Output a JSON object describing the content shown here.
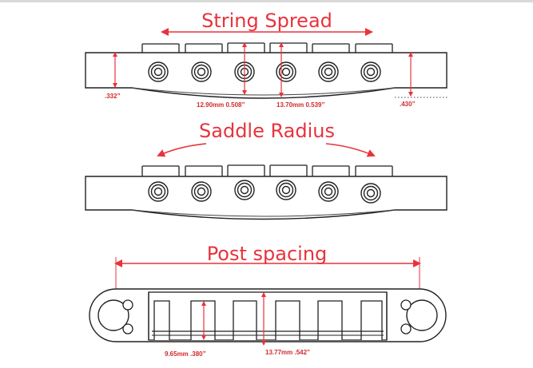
{
  "titles": {
    "string_spread": "String Spread",
    "saddle_radius": "Saddle Radius",
    "post_spacing": "Post spacing"
  },
  "measurements": {
    "left_height": ".332”",
    "right_height": ".430”",
    "saddle_a": "12.90mm 0.508”",
    "saddle_b": "13.70mm 0.539”",
    "slot_width": "9.65mm .380”",
    "slot_depth": "13.77mm .542”"
  },
  "colors": {
    "accent": "#e8333c",
    "outline": "#222222"
  }
}
